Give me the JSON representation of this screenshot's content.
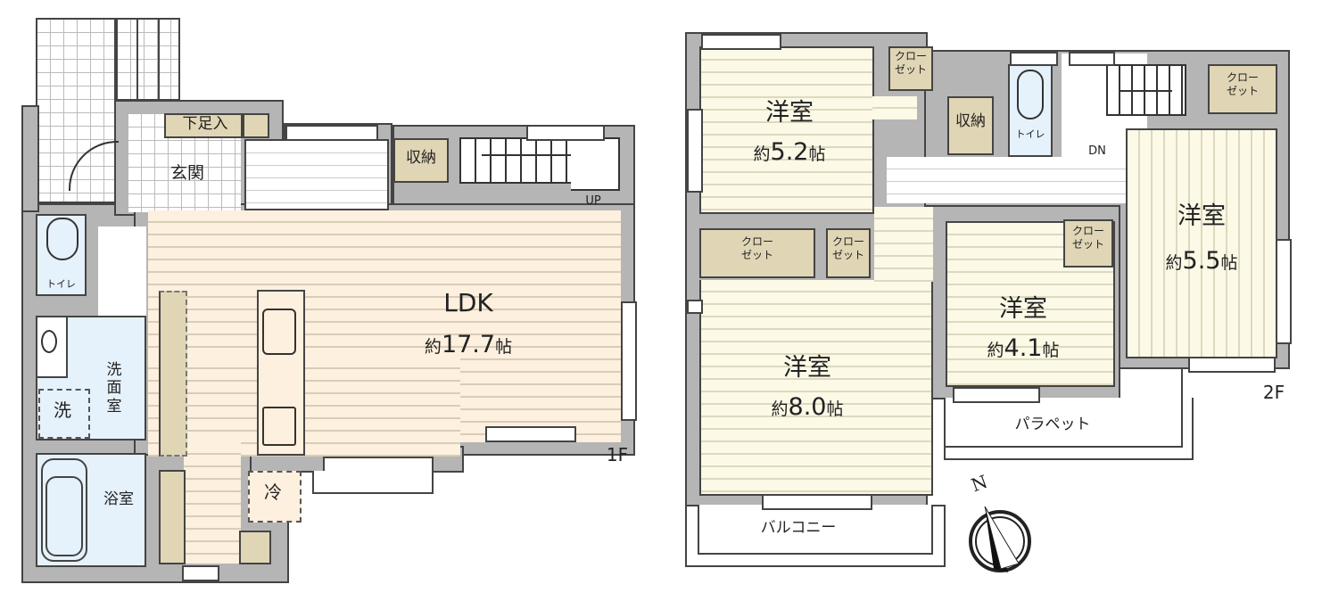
{
  "floors": [
    {
      "id": "1F",
      "floor_label": "1F",
      "rooms": [
        {
          "name": "LDK",
          "size_prefix": "約",
          "size_value": "17.7",
          "size_unit": "帖"
        },
        {
          "name": "玄関"
        },
        {
          "name": "下足入"
        },
        {
          "name": "収納"
        },
        {
          "name": "トイレ"
        },
        {
          "name": "洗面室",
          "vertical": true
        },
        {
          "name": "浴室"
        }
      ],
      "fixtures": {
        "washer": "洗",
        "fridge": "冷",
        "stairs_label": "UP"
      }
    },
    {
      "id": "2F",
      "floor_label": "2F",
      "rooms": [
        {
          "name": "洋室",
          "size_prefix": "約",
          "size_value": "5.2",
          "size_unit": "帖"
        },
        {
          "name": "洋室",
          "size_prefix": "約",
          "size_value": "8.0",
          "size_unit": "帖"
        },
        {
          "name": "洋室",
          "size_prefix": "約",
          "size_value": "4.1",
          "size_unit": "帖"
        },
        {
          "name": "洋室",
          "size_prefix": "約",
          "size_value": "5.5",
          "size_unit": "帖"
        },
        {
          "name": "収納"
        },
        {
          "name": "トイレ"
        }
      ],
      "closets": [
        {
          "line1": "クロー",
          "line2": "ゼット"
        },
        {
          "line1": "クロー",
          "line2": "ゼット"
        },
        {
          "line1": "クロー",
          "line2": "ゼット"
        },
        {
          "line1": "クロー",
          "line2": "ゼット"
        },
        {
          "line1": "クロー",
          "line2": "ゼット"
        }
      ],
      "outdoor": {
        "balcony": "バルコニー",
        "parapet": "パラペット"
      },
      "stairs_label": "DN"
    }
  ],
  "compass": {
    "north_label": "N"
  },
  "colors": {
    "wall": "#b5b5b5",
    "ldk_floor": "#fdf0de",
    "bedroom_floor": "#fcf9e6",
    "wet_area": "#e5f1fb",
    "storage": "#e0d6b5"
  }
}
